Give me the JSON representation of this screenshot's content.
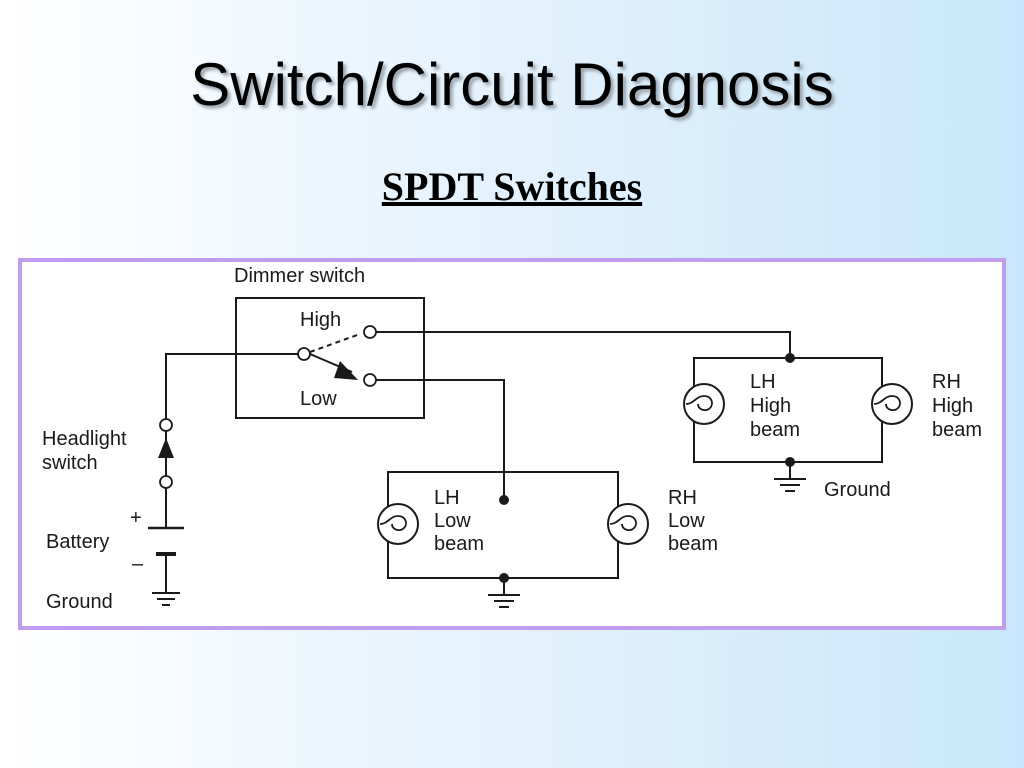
{
  "slide": {
    "title": "Switch/Circuit Diagnosis",
    "subtitle": "SPDT Switches"
  },
  "diagram": {
    "dimmer_switch": {
      "label": "Dimmer switch",
      "high_label": "High",
      "low_label": "Low"
    },
    "headlight_switch": {
      "label_line1": "Headlight",
      "label_line2": "switch"
    },
    "battery": {
      "label": "Battery",
      "plus": "+",
      "minus": "–"
    },
    "ground_left": "Ground",
    "ground_right": "Ground",
    "lh_low_beam": [
      "LH",
      "Low",
      "beam"
    ],
    "rh_low_beam": [
      "RH",
      "Low",
      "beam"
    ],
    "lh_high_beam": [
      "LH",
      "High",
      "beam"
    ],
    "rh_high_beam": [
      "RH",
      "High",
      "beam"
    ],
    "colors": {
      "frame_border": "#bf9cee",
      "line": "#1a1a1a"
    }
  }
}
